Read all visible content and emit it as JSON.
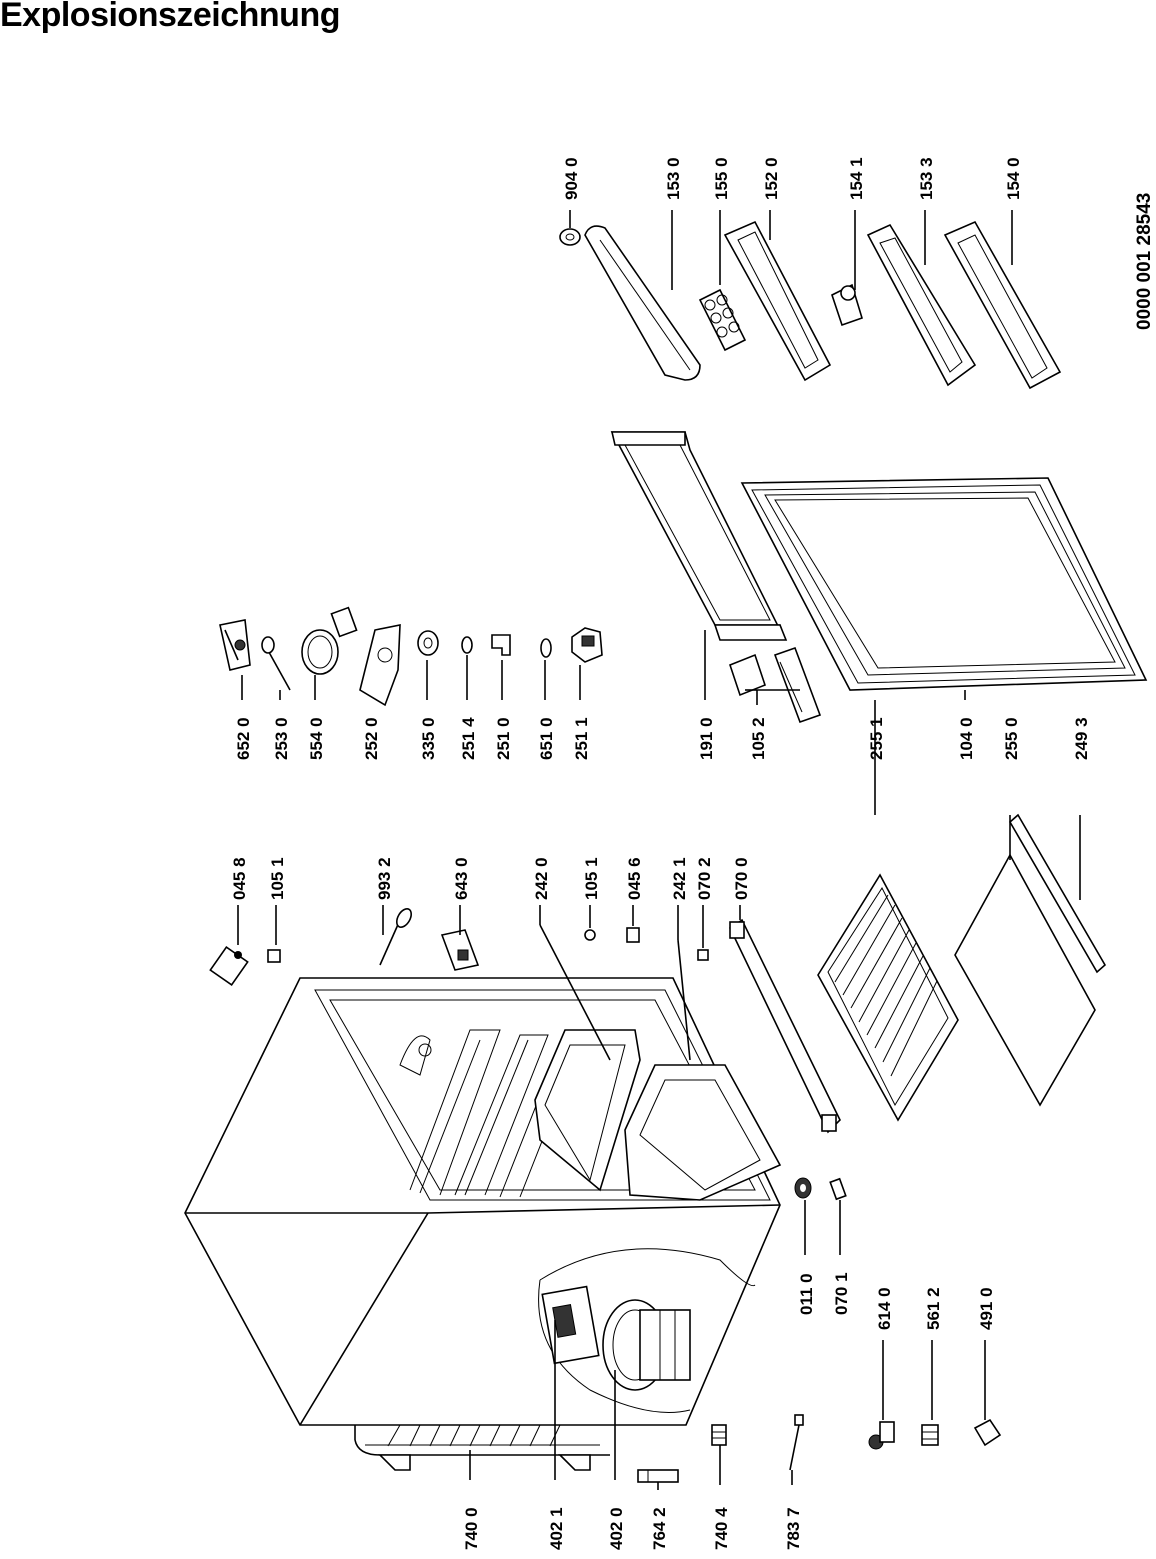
{
  "title": "Explosionszeichnung",
  "document_number": "0000 001 28543",
  "parts": [
    {
      "id": "p6520",
      "label": "652 0"
    },
    {
      "id": "p2530",
      "label": "253 0"
    },
    {
      "id": "p5540",
      "label": "554 0"
    },
    {
      "id": "p2520",
      "label": "252 0"
    },
    {
      "id": "p3350",
      "label": "335 0"
    },
    {
      "id": "p2514",
      "label": "251 4"
    },
    {
      "id": "p2510",
      "label": "251 0"
    },
    {
      "id": "p6510",
      "label": "651 0"
    },
    {
      "id": "p2511",
      "label": "251 1"
    },
    {
      "id": "p1910",
      "label": "191 0"
    },
    {
      "id": "p1052",
      "label": "105 2"
    },
    {
      "id": "p2551",
      "label": "255 1"
    },
    {
      "id": "p1040",
      "label": "104 0"
    },
    {
      "id": "p2550",
      "label": "255 0"
    },
    {
      "id": "p2493",
      "label": "249 3"
    },
    {
      "id": "p9040",
      "label": "904 0"
    },
    {
      "id": "p1530",
      "label": "153 0"
    },
    {
      "id": "p1550",
      "label": "155 0"
    },
    {
      "id": "p1520",
      "label": "152 0"
    },
    {
      "id": "p1541",
      "label": "154 1"
    },
    {
      "id": "p1533",
      "label": "153 3"
    },
    {
      "id": "p1540",
      "label": "154 0"
    },
    {
      "id": "p0458",
      "label": "045 8"
    },
    {
      "id": "p1051a",
      "label": "105 1"
    },
    {
      "id": "p9932",
      "label": "993 2"
    },
    {
      "id": "p6430",
      "label": "643 0"
    },
    {
      "id": "p2420",
      "label": "242 0"
    },
    {
      "id": "p1051b",
      "label": "105 1"
    },
    {
      "id": "p0456",
      "label": "045 6"
    },
    {
      "id": "p2421",
      "label": "242 1"
    },
    {
      "id": "p0702",
      "label": "070 2"
    },
    {
      "id": "p0700",
      "label": "070 0"
    },
    {
      "id": "p0110",
      "label": "011 0"
    },
    {
      "id": "p0701",
      "label": "070 1"
    },
    {
      "id": "p6140",
      "label": "614 0"
    },
    {
      "id": "p5612",
      "label": "561 2"
    },
    {
      "id": "p4910",
      "label": "491 0"
    },
    {
      "id": "p7400",
      "label": "740 0"
    },
    {
      "id": "p4021",
      "label": "402 1"
    },
    {
      "id": "p4020",
      "label": "402 0"
    },
    {
      "id": "p7642",
      "label": "764 2"
    },
    {
      "id": "p7404",
      "label": "740 4"
    },
    {
      "id": "p7837",
      "label": "783 7"
    }
  ]
}
